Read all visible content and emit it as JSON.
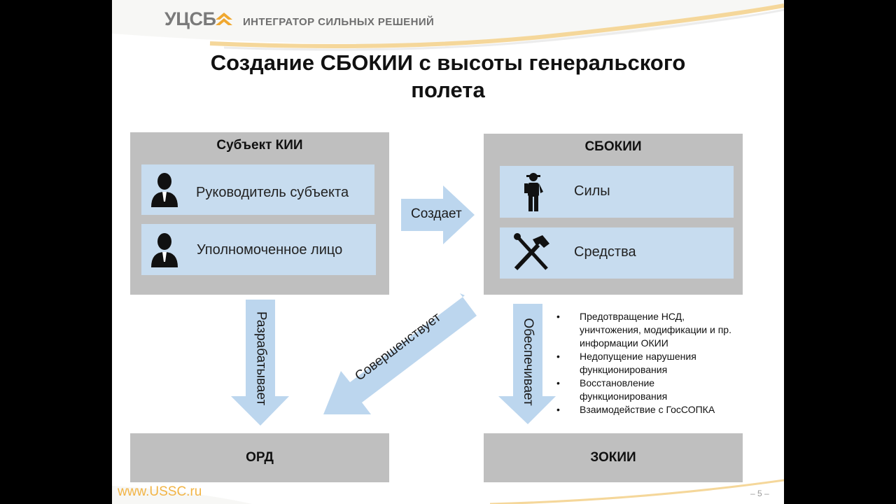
{
  "header": {
    "logo": "УЦСБ",
    "tagline": "ИНТЕГРАТОР СИЛЬНЫХ РЕШЕНИЙ"
  },
  "title_lines": [
    "Создание СБОКИИ с высоты генеральского",
    "полета"
  ],
  "left_panel": {
    "title": "Субъект КИИ",
    "items": [
      {
        "label": "Руководитель субъекта",
        "icon": "person-icon"
      },
      {
        "label": "Уполномоченное лицо",
        "icon": "person-icon"
      }
    ]
  },
  "right_panel": {
    "title": "СБОКИИ",
    "items": [
      {
        "label": "Силы",
        "icon": "worker-icon"
      },
      {
        "label": "Средства",
        "icon": "tools-icon"
      }
    ]
  },
  "arrows": {
    "creates": "Создает",
    "develops": "Разрабатывает",
    "improves": "Совершенствует",
    "ensures": "Обеспечивает"
  },
  "bottom": {
    "left": "ОРД",
    "right": "ЗОКИИ"
  },
  "bullets": [
    "Предотвращение НСД, уничтожения, модификации и пр. информации ОКИИ",
    "Недопущение нарушения функционирования",
    "Восстановление функционирования",
    "Взаимодействие с ГосСОПКА"
  ],
  "footer": {
    "url": "www.USSC.ru",
    "page": "– 5 –"
  },
  "colors": {
    "panel": "#bfbfbf",
    "card": "#c7dcef",
    "arrow": "#bcd6ee",
    "accent": "#f2b445"
  }
}
